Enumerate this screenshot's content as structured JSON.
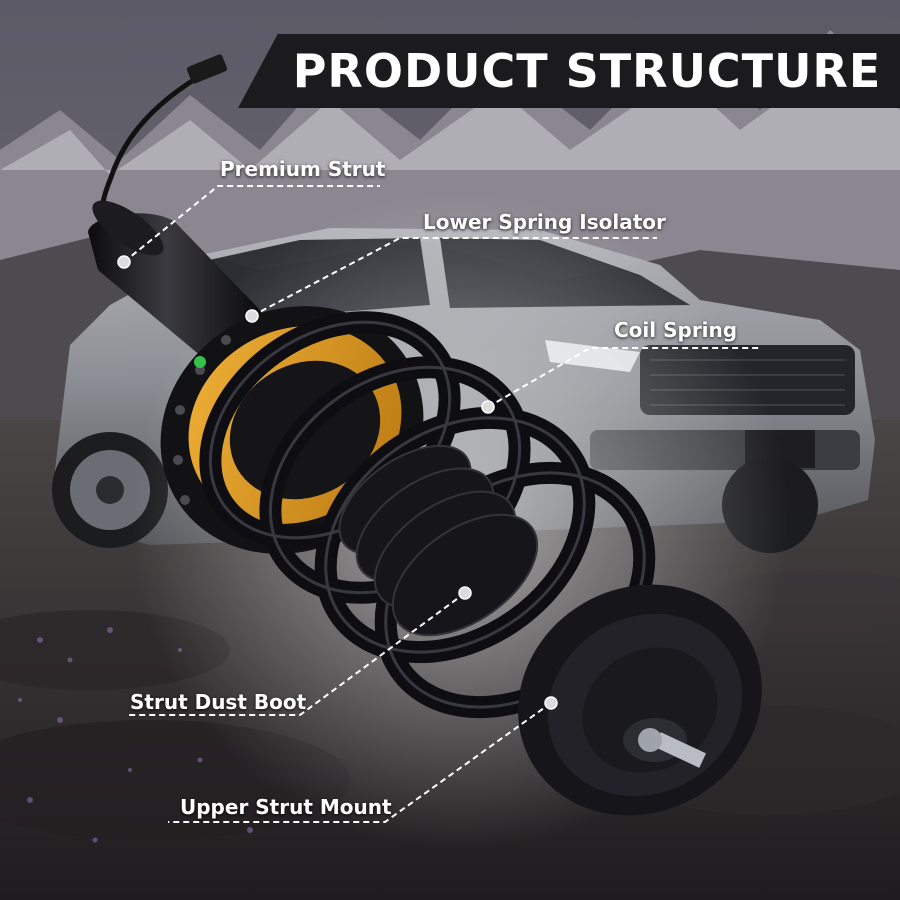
{
  "title": "PRODUCT STRUCTURE",
  "labels": {
    "premium_strut": "Premium Strut",
    "lower_spring_isolator": "Lower Spring Isolator",
    "coil_spring": "Coil Spring",
    "strut_dust_boot": "Strut Dust Boot",
    "upper_strut_mount": "Upper Strut Mount"
  },
  "colors": {
    "title_bg": "#1b1b1d",
    "label_text": "#ffffff",
    "isolator_orange": "#d9951c",
    "spring_black": "#101014"
  }
}
